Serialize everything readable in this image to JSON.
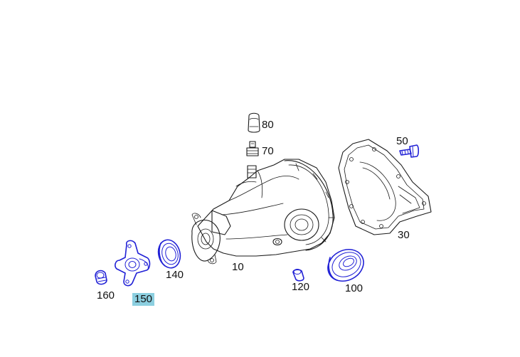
{
  "diagram": {
    "highlight_color": "#8ccfe0",
    "highlighted_part_color": "#2121d6",
    "parts": [
      {
        "id": "80",
        "label": "80",
        "icon": "cap-icon",
        "highlighted": false
      },
      {
        "id": "70",
        "label": "70",
        "icon": "breather-valve-icon",
        "highlighted": false
      },
      {
        "id": "50",
        "label": "50",
        "icon": "bolt-icon",
        "highlighted": true
      },
      {
        "id": "30",
        "label": "30",
        "icon": "cover-gasket-icon",
        "highlighted": false
      },
      {
        "id": "10",
        "label": "10",
        "icon": "differential-housing-icon",
        "highlighted": false
      },
      {
        "id": "140",
        "label": "140",
        "icon": "shaft-seal-icon",
        "highlighted": true
      },
      {
        "id": "150",
        "label": "150",
        "icon": "drive-flange-icon",
        "highlighted": true,
        "selected": true
      },
      {
        "id": "160",
        "label": "160",
        "icon": "collar-nut-icon",
        "highlighted": true
      },
      {
        "id": "120",
        "label": "120",
        "icon": "sleeve-icon",
        "highlighted": true
      },
      {
        "id": "100",
        "label": "100",
        "icon": "radial-seal-icon",
        "highlighted": true
      }
    ]
  }
}
